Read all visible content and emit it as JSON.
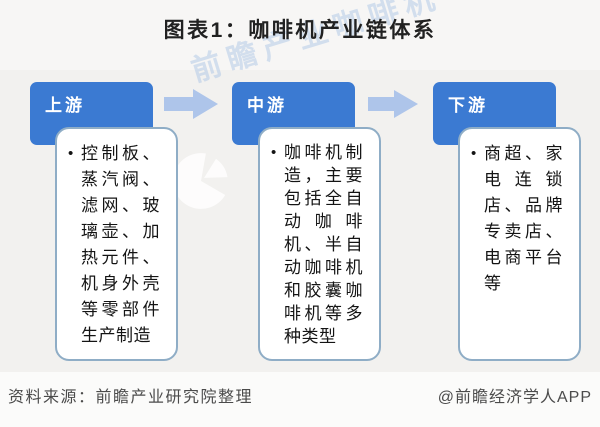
{
  "title": "图表1：咖啡机产业链体系",
  "chain": {
    "bullet": "•",
    "stages": [
      {
        "label": "上游",
        "description": "控制板、蒸汽阀、滤网、玻璃壶、加热元件、机身外壳等零部件生产制造"
      },
      {
        "label": "中游",
        "description": "咖啡机制造，主要包括全自动咖啡机、半自动咖啡机和胶囊咖啡机等多种类型"
      },
      {
        "label": "下游",
        "description": "商超、家电连锁店、品牌专卖店、电商平台等"
      }
    ]
  },
  "watermark": {
    "text": "前瞻产业咖啡机",
    "logo": "qianzhan-fan-logo"
  },
  "footer": {
    "source": "资料来源：前瞻产业研究院整理",
    "credit": "@前瞻经济学人APP"
  },
  "colors": {
    "stage_header_blue": "#3b7ad2",
    "arrow_blue": "#aec5ea",
    "box_border": "#8fadc6",
    "background": "#f2f1ef",
    "text_black": "#141414",
    "footer_gray": "#4b4b4b"
  }
}
